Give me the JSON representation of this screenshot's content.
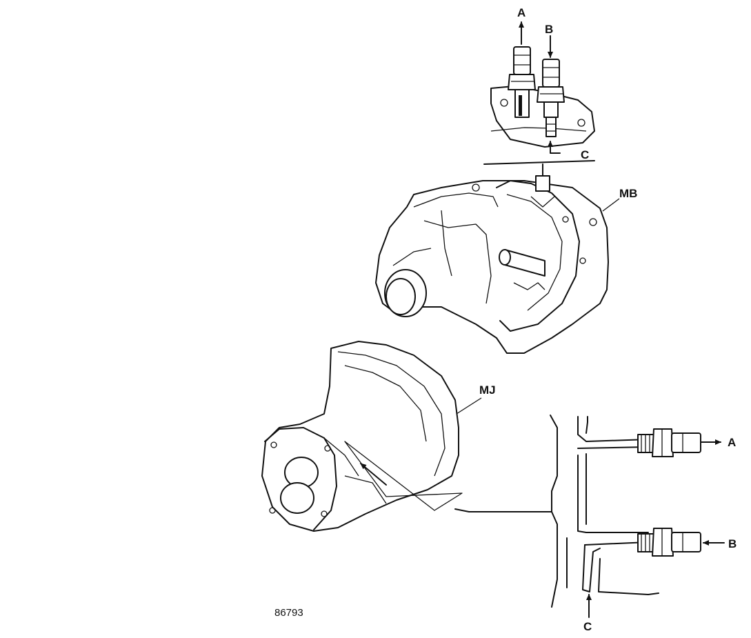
{
  "labels": {
    "top_a": "A",
    "top_b": "B",
    "top_c": "C",
    "mb": "MB",
    "mj": "MJ",
    "detail_a": "A",
    "detail_b": "B",
    "detail_c": "C"
  },
  "figure_number": "86793",
  "colors": {
    "ink": "#111111",
    "background": "#ffffff"
  }
}
